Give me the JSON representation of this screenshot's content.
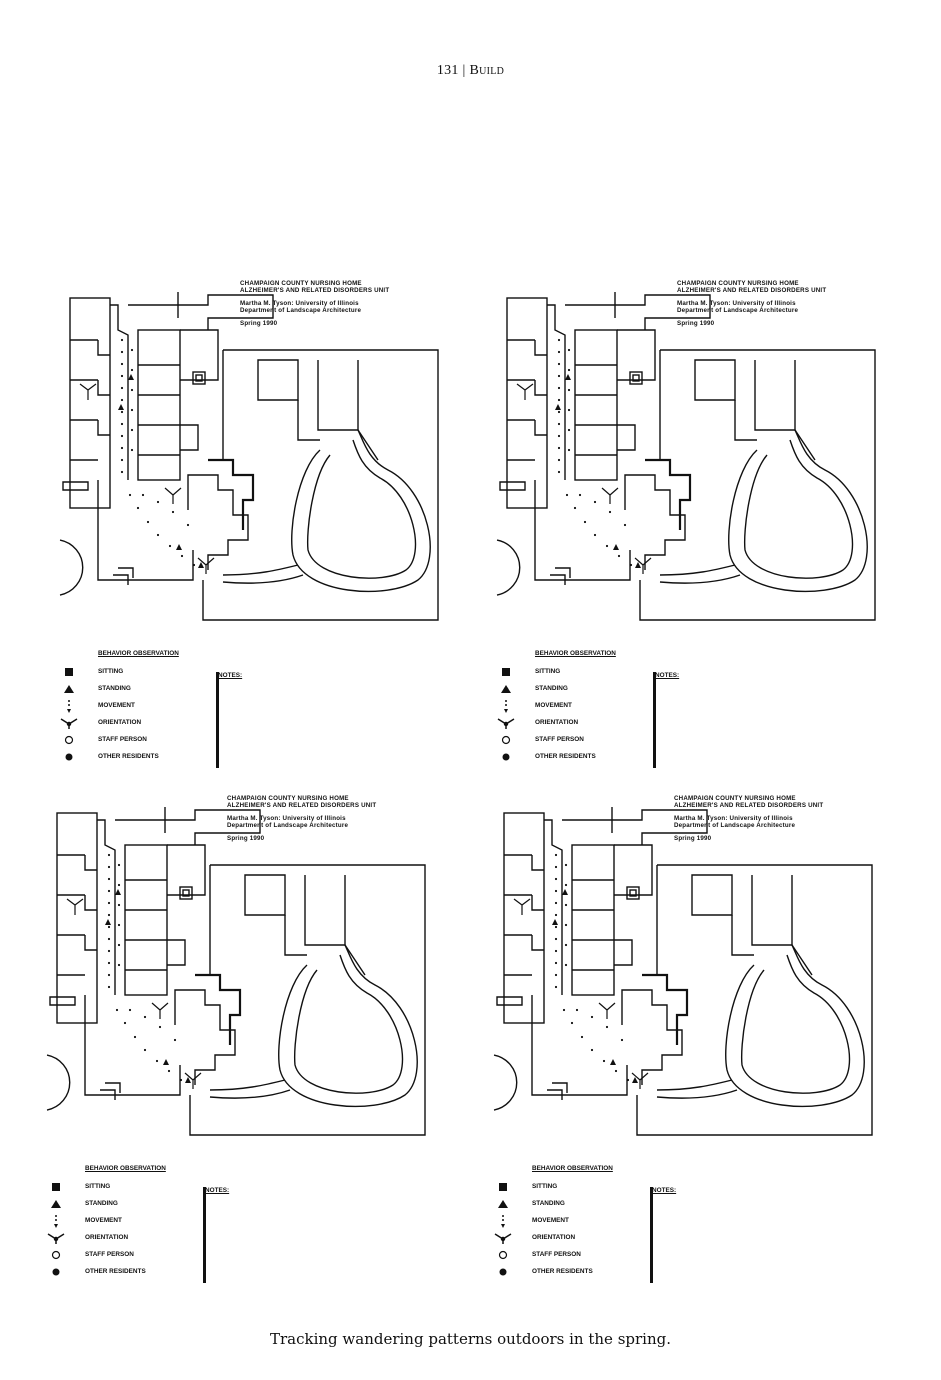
{
  "header": {
    "page_number": "131",
    "separator": "|",
    "section": "Build"
  },
  "caption": "Tracking wandering patterns outdoors in the spring.",
  "panels": [
    {
      "title_lines": [
        "CHAMPAIGN COUNTY NURSING HOME",
        "ALZHEIMER'S AND RELATED DISORDERS UNIT"
      ],
      "author": "Martha M. Tyson:   University of Illinois",
      "department": "Department of Landscape Architecture",
      "season": "Spring 1990",
      "legend_title": "BEHAVIOR OBSERVATION",
      "legend": [
        "SITTING",
        "STANDING",
        "MOVEMENT",
        "ORIENTATION",
        "STAFF PERSON",
        "OTHER RESIDENTS"
      ],
      "notes_label": "NOTES:"
    },
    {
      "title_lines": [
        "CHAMPAIGN COUNTY NURSING HOME",
        "ALZHEIMER'S AND RELATED DISORDERS UNIT"
      ],
      "author": "Martha M. Tyson:   University of Illinois",
      "department": "Department of Landscape Architecture",
      "season": "Spring 1990",
      "legend_title": "BEHAVIOR OBSERVATION",
      "legend": [
        "SITTING",
        "STANDING",
        "MOVEMENT",
        "ORIENTATION",
        "STAFF PERSON",
        "OTHER RESIDENTS"
      ],
      "notes_label": "NOTES:"
    },
    {
      "title_lines": [
        "CHAMPAIGN COUNTY NURSING HOME",
        "ALZHEIMER'S AND RELATED DISORDERS UNIT"
      ],
      "author": "Martha M. Tyson:   University of Illinois",
      "department": "Department of Landscape Architecture",
      "season": "Spring 1990",
      "legend_title": "BEHAVIOR OBSERVATION",
      "legend": [
        "SITTING",
        "STANDING",
        "MOVEMENT",
        "ORIENTATION",
        "STAFF PERSON",
        "OTHER RESIDENTS"
      ],
      "notes_label": "NOTES:"
    },
    {
      "title_lines": [
        "CHAMPAIGN COUNTY NURSING HOME",
        "ALZHEIMER'S AND RELATED DISORDERS UNIT"
      ],
      "author": "Martha M. Tyson:   University of Illinois",
      "department": "Department of Landscape Architecture",
      "season": "Spring 1990",
      "legend_title": "BEHAVIOR OBSERVATION",
      "legend": [
        "SITTING",
        "STANDING",
        "MOVEMENT",
        "ORIENTATION",
        "STAFF PERSON",
        "OTHER RESIDENTS"
      ],
      "notes_label": "NOTES:"
    }
  ]
}
